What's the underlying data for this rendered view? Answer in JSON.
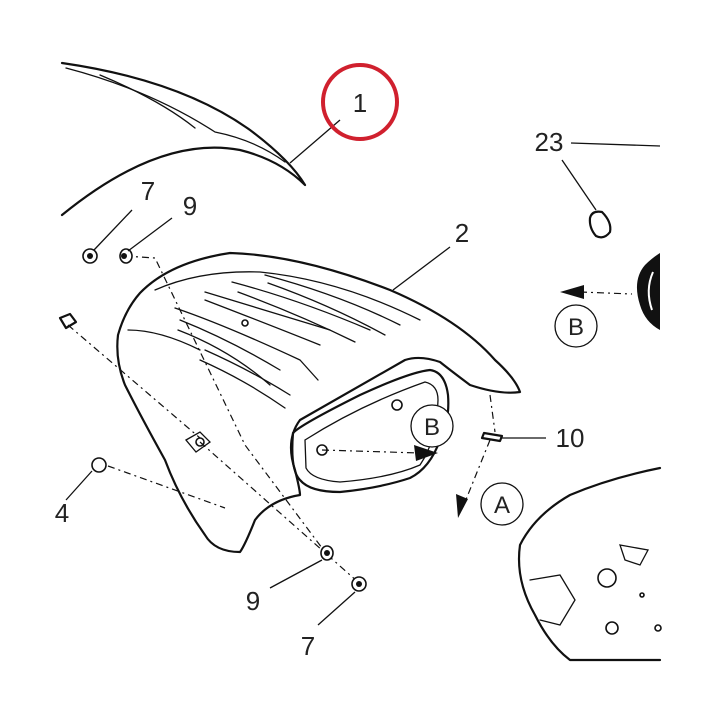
{
  "callouts": {
    "part_1": "1",
    "part_2": "2",
    "part_4": "4",
    "part_7_top": "7",
    "part_7_bottom": "7",
    "part_9_top": "9",
    "part_9_bottom": "9",
    "part_10": "10",
    "part_23": "23"
  },
  "references": {
    "a": "A",
    "b_right": "B",
    "b_center": "B"
  },
  "colors": {
    "highlight": "#d0202e",
    "lines": "#111111",
    "background": "#ffffff"
  }
}
